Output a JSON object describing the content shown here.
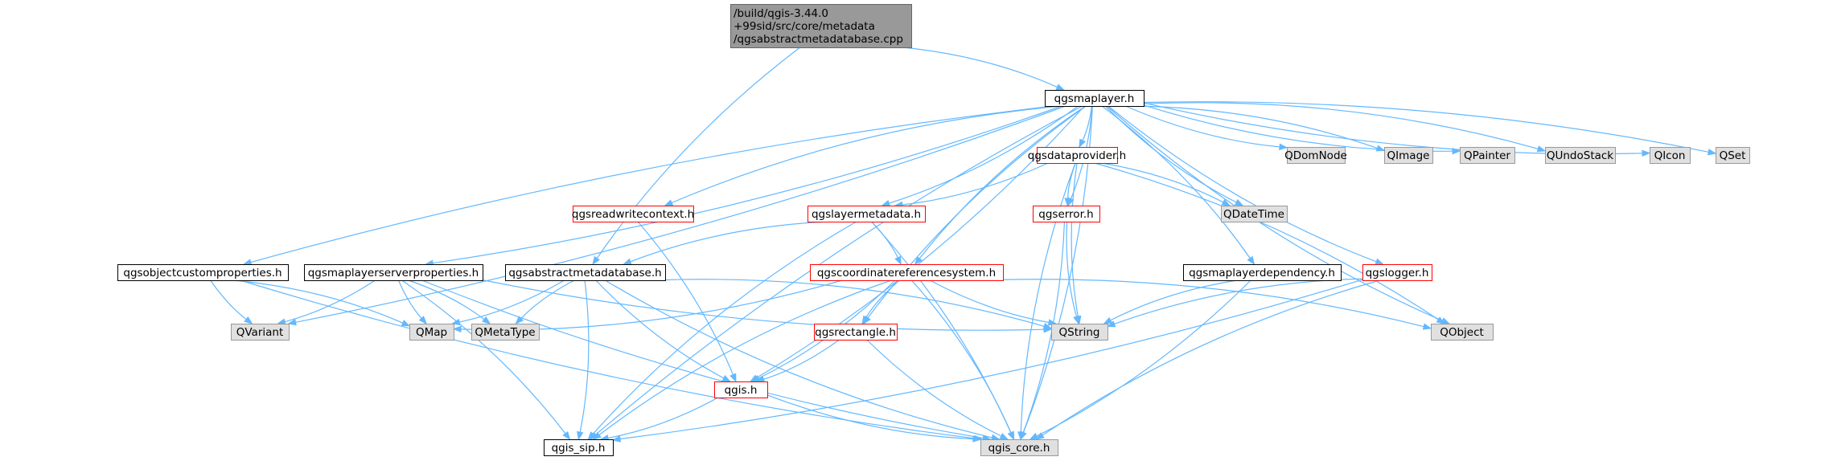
{
  "colors": {
    "edge": "#63b8ff",
    "root_fill": "#999999",
    "root_border": "#666666",
    "header_fill": "#ffffff",
    "header_border": "#000000",
    "external_fill": "#e0e0e0",
    "external_border": "#999999",
    "linked_fill": "#ffffff",
    "linked_border": "#ff0000"
  },
  "nodes": [
    {
      "id": "root",
      "kind": "root",
      "lines": [
        "/build/qgis-3.44.0",
        "+99sid/src/core/metadata",
        "/qgsabstractmetadatabase.cpp"
      ]
    },
    {
      "id": "qgsmaplayer",
      "kind": "header",
      "lines": [
        "qgsmaplayer.h"
      ]
    },
    {
      "id": "qgsdataprovider",
      "kind": "linked",
      "lines": [
        "qgsdataprovider.h"
      ]
    },
    {
      "id": "qdomnode",
      "kind": "external",
      "lines": [
        "QDomNode"
      ]
    },
    {
      "id": "qimage",
      "kind": "external",
      "lines": [
        "QImage"
      ]
    },
    {
      "id": "qpainter",
      "kind": "external",
      "lines": [
        "QPainter"
      ]
    },
    {
      "id": "qundostack",
      "kind": "external",
      "lines": [
        "QUndoStack"
      ]
    },
    {
      "id": "qicon",
      "kind": "external",
      "lines": [
        "QIcon"
      ]
    },
    {
      "id": "qset",
      "kind": "external",
      "lines": [
        "QSet"
      ]
    },
    {
      "id": "qgsreadwritecontext",
      "kind": "linked",
      "lines": [
        "qgsreadwritecontext.h"
      ]
    },
    {
      "id": "qgslayermetadata",
      "kind": "linked",
      "lines": [
        "qgslayermetadata.h"
      ]
    },
    {
      "id": "qgserror",
      "kind": "linked",
      "lines": [
        "qgserror.h"
      ]
    },
    {
      "id": "qdatetime",
      "kind": "external",
      "lines": [
        "QDateTime"
      ]
    },
    {
      "id": "qgsobjectcustomproperties",
      "kind": "header",
      "lines": [
        "qgsobjectcustomproperties.h"
      ]
    },
    {
      "id": "qgsmaplayerserverproperties",
      "kind": "header",
      "lines": [
        "qgsmaplayerserverproperties.h"
      ]
    },
    {
      "id": "qgsabstractmetadatabase",
      "kind": "header",
      "lines": [
        "qgsabstractmetadatabase.h"
      ]
    },
    {
      "id": "qgscoordinatereferencesystem",
      "kind": "linked",
      "lines": [
        "qgscoordinatereferencesystem.h"
      ]
    },
    {
      "id": "qgsmaplayerdependency",
      "kind": "header",
      "lines": [
        "qgsmaplayerdependency.h"
      ]
    },
    {
      "id": "qgslogger",
      "kind": "linked",
      "lines": [
        "qgslogger.h"
      ]
    },
    {
      "id": "qvariant",
      "kind": "external",
      "lines": [
        "QVariant"
      ]
    },
    {
      "id": "qmap",
      "kind": "external",
      "lines": [
        "QMap"
      ]
    },
    {
      "id": "qmetatype",
      "kind": "external",
      "lines": [
        "QMetaType"
      ]
    },
    {
      "id": "qstring",
      "kind": "external",
      "lines": [
        "QString"
      ]
    },
    {
      "id": "qobject",
      "kind": "external",
      "lines": [
        "QObject"
      ]
    },
    {
      "id": "qgsrectangle",
      "kind": "linked",
      "lines": [
        "qgsrectangle.h"
      ]
    },
    {
      "id": "qgis",
      "kind": "linked",
      "lines": [
        "qgis.h"
      ]
    },
    {
      "id": "qgis_sip",
      "kind": "header",
      "lines": [
        "qgis_sip.h"
      ]
    },
    {
      "id": "qgis_core",
      "kind": "external",
      "lines": [
        "qgis_core.h"
      ]
    }
  ],
  "edges": [
    [
      "root",
      "qgsmaplayer"
    ],
    [
      "root",
      "qgsabstractmetadatabase"
    ],
    [
      "qgsmaplayer",
      "qgsdataprovider"
    ],
    [
      "qgsmaplayer",
      "qdomnode"
    ],
    [
      "qgsmaplayer",
      "qimage"
    ],
    [
      "qgsmaplayer",
      "qpainter"
    ],
    [
      "qgsmaplayer",
      "qundostack"
    ],
    [
      "qgsmaplayer",
      "qicon"
    ],
    [
      "qgsmaplayer",
      "qset"
    ],
    [
      "qgsmaplayer",
      "qobject"
    ],
    [
      "qgsmaplayer",
      "qgis_core"
    ],
    [
      "qgsmaplayer",
      "qgis_sip"
    ],
    [
      "qgsmaplayer",
      "qvariant"
    ],
    [
      "qgsmaplayer",
      "qgsobjectcustomproperties"
    ],
    [
      "qgsmaplayer",
      "qgsmaplayerserverproperties"
    ],
    [
      "qgsmaplayer",
      "qgsreadwritecontext"
    ],
    [
      "qgsmaplayer",
      "qgis"
    ],
    [
      "qgsmaplayer",
      "qgsrectangle"
    ],
    [
      "qgsmaplayer",
      "qgslayermetadata"
    ],
    [
      "qgsmaplayer",
      "qgscoordinatereferencesystem"
    ],
    [
      "qgsmaplayer",
      "qgserror"
    ],
    [
      "qgsmaplayer",
      "qdatetime"
    ],
    [
      "qgsmaplayer",
      "qgsmaplayerdependency"
    ],
    [
      "qgsmaplayer",
      "qgslogger"
    ],
    [
      "qgsdataprovider",
      "qgslayermetadata"
    ],
    [
      "qgsdataprovider",
      "qgserror"
    ],
    [
      "qgsdataprovider",
      "qdatetime"
    ],
    [
      "qgsdataprovider",
      "qstring"
    ],
    [
      "qgsdataprovider",
      "qobject"
    ],
    [
      "qgsdataprovider",
      "qgis_core"
    ],
    [
      "qgsreadwritecontext",
      "qgis"
    ],
    [
      "qgslayermetadata",
      "qgsabstractmetadatabase"
    ],
    [
      "qgslayermetadata",
      "qgscoordinatereferencesystem"
    ],
    [
      "qgslayermetadata",
      "qgis_sip"
    ],
    [
      "qgslayermetadata",
      "qgis_core"
    ],
    [
      "qgserror",
      "qstring"
    ],
    [
      "qgserror",
      "qgis_core"
    ],
    [
      "qgsobjectcustomproperties",
      "qvariant"
    ],
    [
      "qgsobjectcustomproperties",
      "qmap"
    ],
    [
      "qgsobjectcustomproperties",
      "qgis_core"
    ],
    [
      "qgsmaplayerserverproperties",
      "qvariant"
    ],
    [
      "qgsmaplayerserverproperties",
      "qmap"
    ],
    [
      "qgsmaplayerserverproperties",
      "qmetatype"
    ],
    [
      "qgsmaplayerserverproperties",
      "qstring"
    ],
    [
      "qgsmaplayerserverproperties",
      "qgis_sip"
    ],
    [
      "qgsmaplayerserverproperties",
      "qgis_core"
    ],
    [
      "qgsabstractmetadatabase",
      "qmap"
    ],
    [
      "qgsabstractmetadatabase",
      "qmetatype"
    ],
    [
      "qgsabstractmetadatabase",
      "qstring"
    ],
    [
      "qgsabstractmetadatabase",
      "qgis"
    ],
    [
      "qgsabstractmetadatabase",
      "qgis_sip"
    ],
    [
      "qgsabstractmetadatabase",
      "qgis_core"
    ],
    [
      "qgscoordinatereferencesystem",
      "qmap"
    ],
    [
      "qgscoordinatereferencesystem",
      "qstring"
    ],
    [
      "qgscoordinatereferencesystem",
      "qobject"
    ],
    [
      "qgscoordinatereferencesystem",
      "qgsrectangle"
    ],
    [
      "qgscoordinatereferencesystem",
      "qgis"
    ],
    [
      "qgscoordinatereferencesystem",
      "qgis_sip"
    ],
    [
      "qgscoordinatereferencesystem",
      "qgis_core"
    ],
    [
      "qgsmaplayerdependency",
      "qstring"
    ],
    [
      "qgsmaplayerdependency",
      "qgis_core"
    ],
    [
      "qgslogger",
      "qstring"
    ],
    [
      "qgslogger",
      "qgis_sip"
    ],
    [
      "qgslogger",
      "qgis_core"
    ],
    [
      "qgsrectangle",
      "qgis"
    ],
    [
      "qgsrectangle",
      "qgis_core"
    ],
    [
      "qgis",
      "qgis_sip"
    ],
    [
      "qgis",
      "qgis_core"
    ]
  ]
}
